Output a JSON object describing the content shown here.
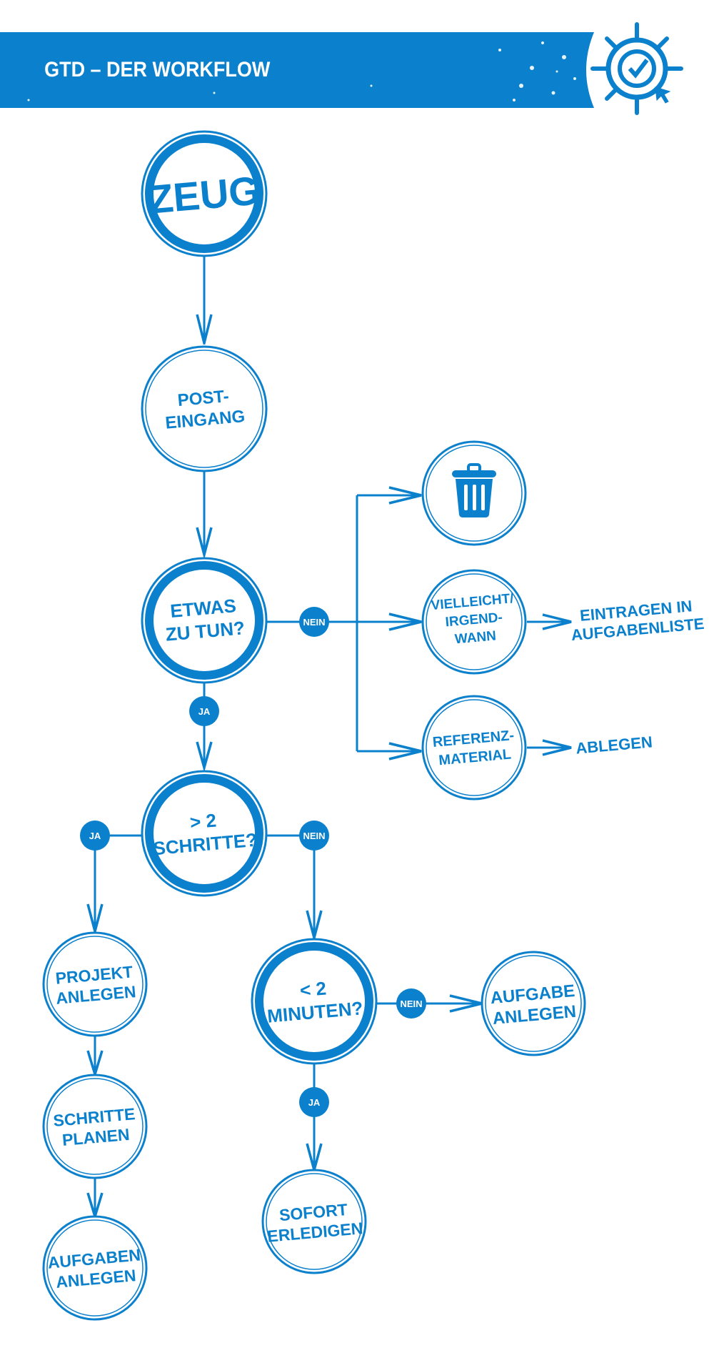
{
  "header": {
    "title": "GTD – DER WORKFLOW",
    "logo": "ship-wheel-check-icon"
  },
  "colors": {
    "accent": "#0b80cc",
    "background": "#ffffff"
  },
  "nodes": {
    "zeug": "ZEUG",
    "posteingang": [
      "POST-",
      "EINGANG"
    ],
    "etwas": [
      "ETWAS",
      "ZU TUN?"
    ],
    "trash": "trash-icon",
    "vielleicht": [
      "VIELLEICHT/",
      "IRGEND-",
      "WANN"
    ],
    "referenz": [
      "REFERENZ-",
      "MATERIAL"
    ],
    "schritte": [
      "> 2",
      "SCHRITTE?"
    ],
    "projekt": [
      "PROJEKT",
      "ANLEGEN"
    ],
    "planen": [
      "SCHRITTE",
      "PLANEN"
    ],
    "aufgaben": [
      "AUFGABEN",
      "ANLEGEN"
    ],
    "minuten": [
      "< 2",
      "MINUTEN?"
    ],
    "aufgabe": [
      "AUFGABE",
      "ANLEGEN"
    ],
    "sofort": [
      "SOFORT",
      "ERLEDIGEN"
    ]
  },
  "outcomes": {
    "eintragen": [
      "EINTRAGEN IN",
      "AUFGABENLISTE"
    ],
    "ablegen": "ABLEGEN"
  },
  "badges": {
    "yes": "JA",
    "no": "NEIN"
  }
}
